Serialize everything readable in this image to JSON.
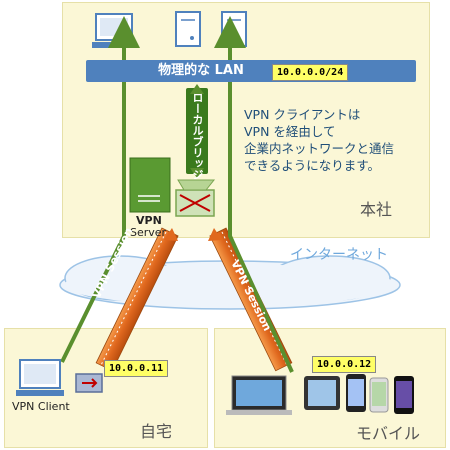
{
  "hq": {
    "lan_label": "物理的な LAN",
    "lan_address": "10.0.0.0/24",
    "local_bridge_label": "ローカルブリッジ",
    "vpn_server_label_1": "VPN",
    "vpn_server_label_2": "Server",
    "description_lines": [
      "VPN クライアントは",
      "VPN を経由して",
      "企業内ネットワークと通信",
      "できるようになります。"
    ],
    "location_label": "本社"
  },
  "internet": {
    "label": "インターネット"
  },
  "sessions": {
    "left_label": "VPN Session",
    "right_label": "VPN Session"
  },
  "home": {
    "address": "10.0.0.11",
    "client_label": "VPN Client",
    "location_label": "自宅"
  },
  "mobile": {
    "address": "10.0.0.12",
    "location_label": "モバイル"
  },
  "colors": {
    "panel": "#fbf7d6",
    "lan": "#4f81bd",
    "green_arrow": "#5a8f2e",
    "session_tube": "#e0681e",
    "address_bg": "#ffff66"
  }
}
